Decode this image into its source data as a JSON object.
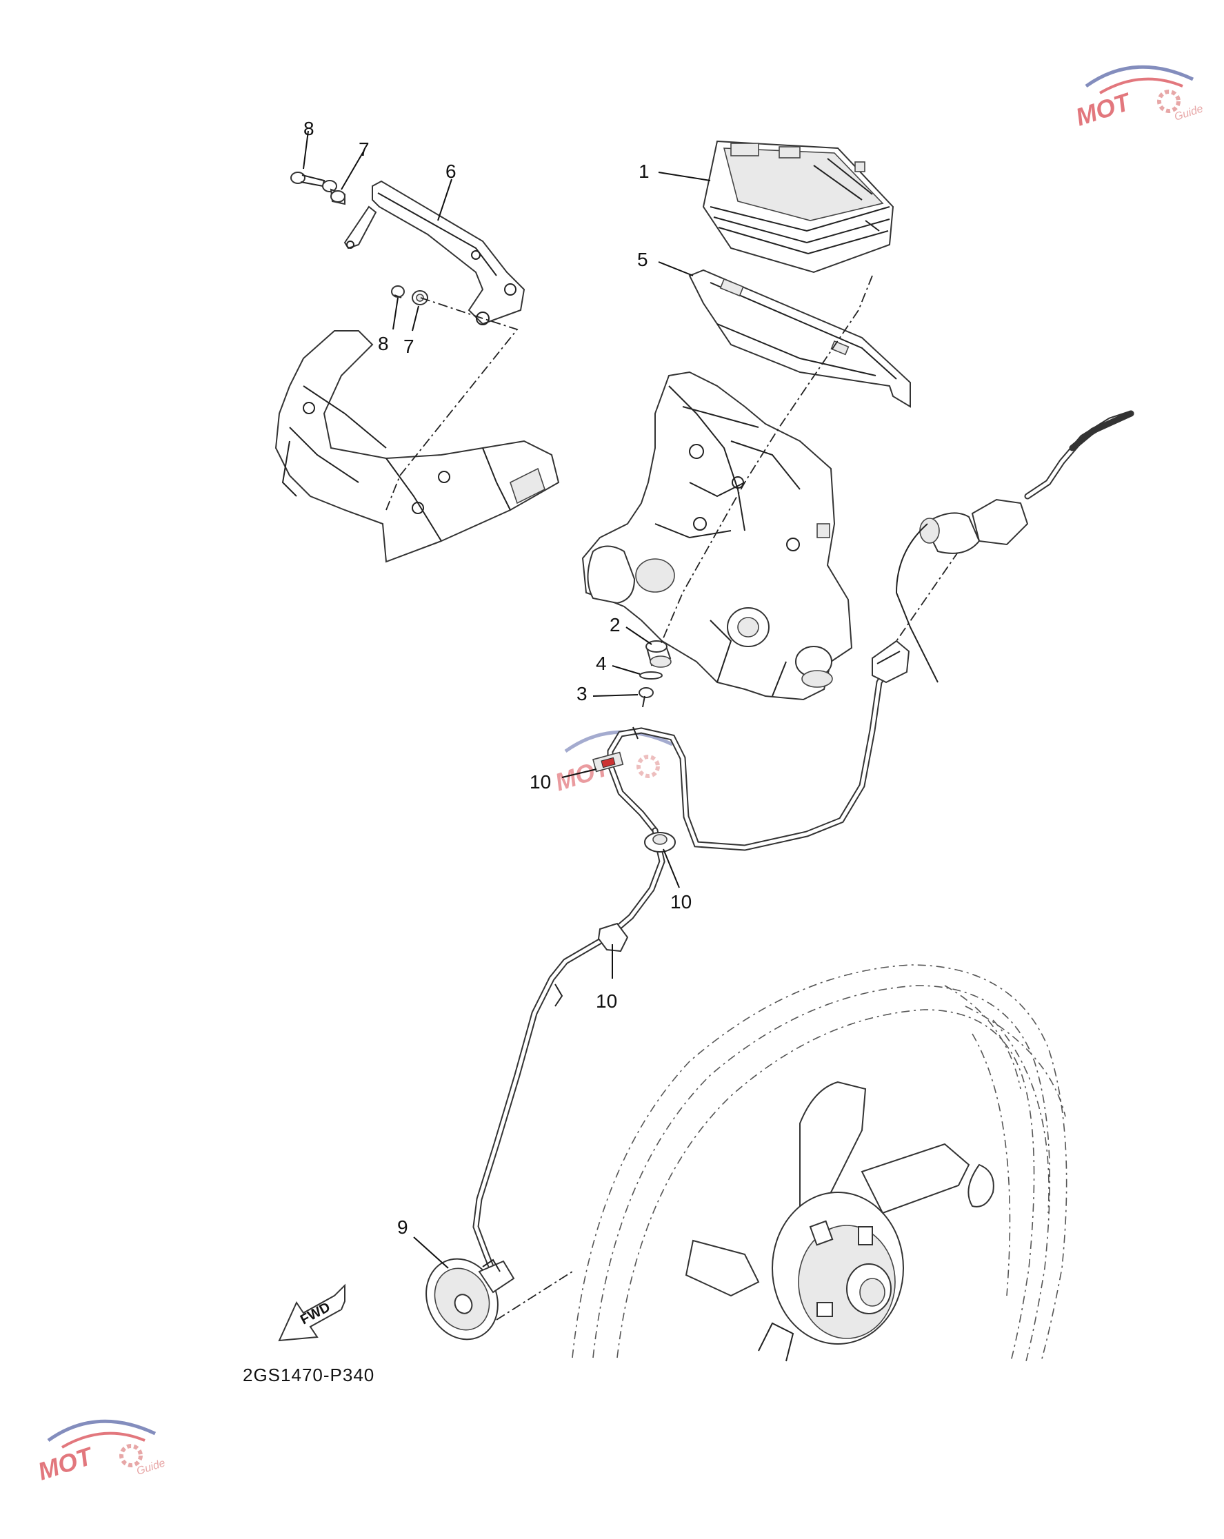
{
  "diagram": {
    "ref_code": "2GS1470-P340",
    "fwd_label": "FWD",
    "callouts": [
      "1",
      "2",
      "3",
      "4",
      "5",
      "6",
      "7",
      "7",
      "8",
      "8",
      "9",
      "10",
      "10",
      "10"
    ]
  },
  "watermark": {
    "text": "MOTO",
    "subtext": "Guide",
    "colors": {
      "primary": "#d94a52",
      "secondary": "#5a67a8",
      "gear": "#e08a8a"
    }
  }
}
